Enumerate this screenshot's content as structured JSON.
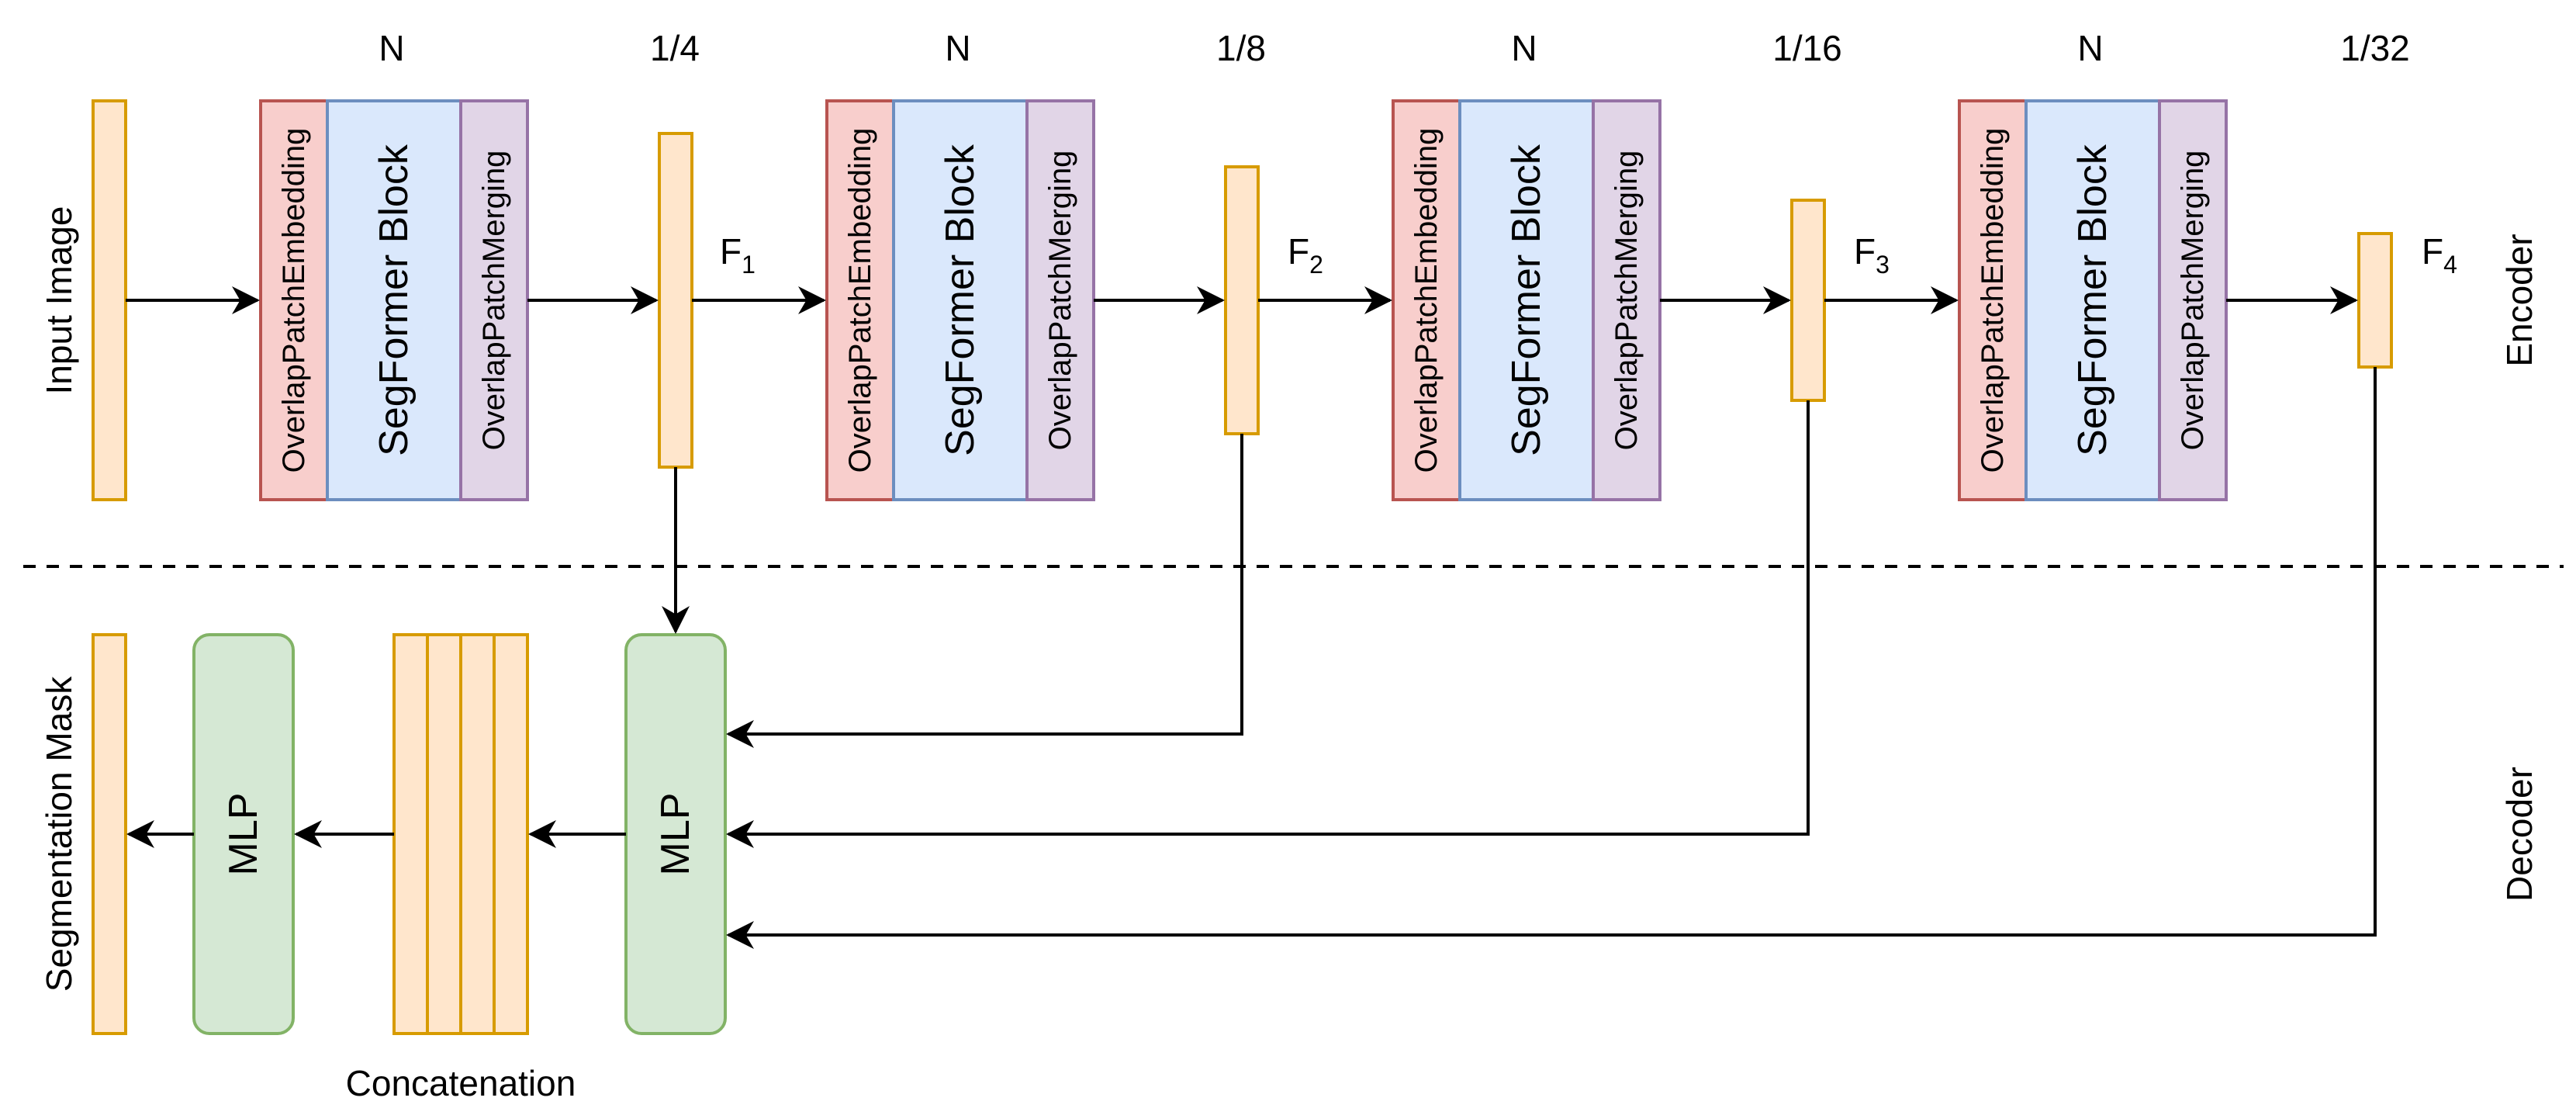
{
  "labels": {
    "input_image": "Input Image",
    "segmentation_mask": "Segmentation Mask",
    "encoder": "Encoder",
    "decoder": "Decoder",
    "concatenation": "Concatenation",
    "mlp": "MLP"
  },
  "stages": [
    {
      "count": "N",
      "scale": "1/4",
      "feature": "F",
      "feature_sub": "1",
      "embedding": "OverlapPatchEmbedding",
      "block": "SegFormer Block",
      "merging": "OverlapPatchMerging"
    },
    {
      "count": "N",
      "scale": "1/8",
      "feature": "F",
      "feature_sub": "2",
      "embedding": "OverlapPatchEmbedding",
      "block": "SegFormer Block",
      "merging": "OverlapPatchMerging"
    },
    {
      "count": "N",
      "scale": "1/16",
      "feature": "F",
      "feature_sub": "3",
      "embedding": "OverlapPatchEmbedding",
      "block": "SegFormer Block",
      "merging": "OverlapPatchMerging"
    },
    {
      "count": "N",
      "scale": "1/32",
      "feature": "F",
      "feature_sub": "4",
      "embedding": "OverlapPatchEmbedding",
      "block": "SegFormer Block",
      "merging": "OverlapPatchMerging"
    }
  ],
  "colors": {
    "feature_fill": "#ffe6cc",
    "feature_stroke": "#d79b00",
    "embed_fill": "#f8cecc",
    "embed_stroke": "#b85450",
    "block_fill": "#dae8fc",
    "block_stroke": "#6c8ebf",
    "merge_fill": "#e1d5e7",
    "merge_stroke": "#9673a6",
    "mlp_fill": "#d5e8d4",
    "mlp_stroke": "#82b366",
    "line": "#000000"
  }
}
